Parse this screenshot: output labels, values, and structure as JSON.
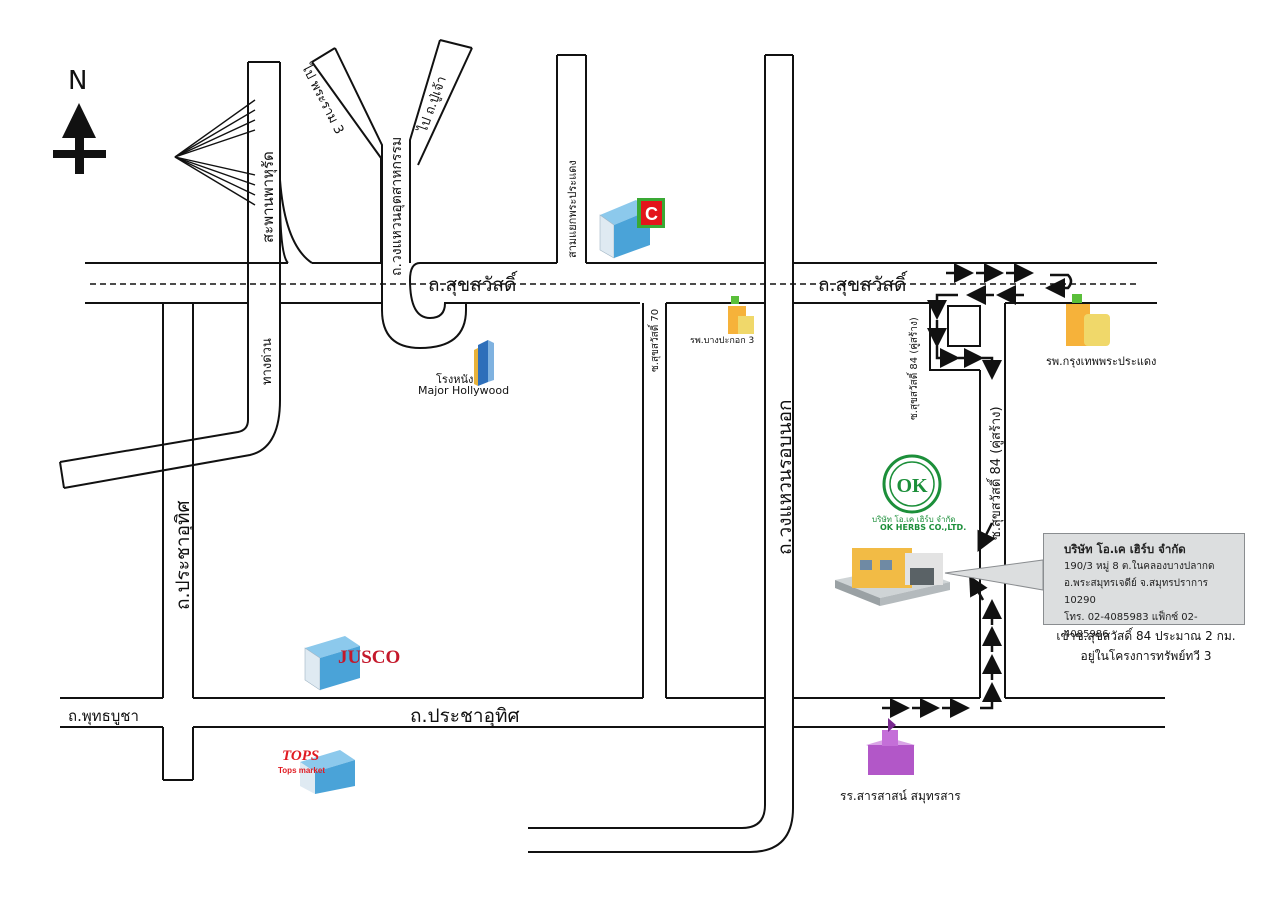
{
  "north_label": "N",
  "roads": {
    "sukhumvit_west": "ถ.สุขสวัสดิ์",
    "sukhumvit_east": "ถ.สุขสวัสดิ์",
    "pracha_uthit_h": "ถ.ประชาอุทิศ",
    "phutthabucha": "ถ.พุทธบูชา",
    "pracha_uthit_v": "ถ.ประชาอุทิศ",
    "ring_road": "ถ.วงแหวนรอบนอก",
    "bridge": "สะพานพาหุรัด",
    "expressway": "ทางด่วน",
    "inner_ring": "ถ.วงแหวนอุตสาหกรรม",
    "to_rama3": "ไป พระราม 3",
    "to_phuchao": "ไป ถ.ปู่เจ้า",
    "samyaek": "สามแยกพระประแดง",
    "soi70": "ซ.สุขสวัสดิ์ 70",
    "soi84_short": "ซ.สุขสวัสดิ์ 84 (คู่สร้าง)",
    "soi84_long": "ซ.สุขสวัสดิ์ 84 (คู่สร้าง)"
  },
  "places": {
    "hospital_bangpakok": "รพ.บางปะกอก 3",
    "cinema_th": "โรงหนัง",
    "cinema_en": "Major Hollywood",
    "hospital_bangkok": "รพ.กรุงเทพพระประแดง",
    "school": "รร.สารสาสน์ สมุทรสาร",
    "bigc_logo": "C",
    "jusco_logo": "JUSCO",
    "tops_logo": "TOPS",
    "tops_sub": "Tops market"
  },
  "company": {
    "logo_text": "OK",
    "name_th_small": "บริษัท โอ.เค เฮิร์บ จำกัด",
    "name_en_small": "OK HERBS CO.,LTD.",
    "callout_name": "บริษัท โอ.เค เฮิร์บ จำกัด",
    "address1": "190/3 หมู่ 8 ต.ในคลองบางปลากด",
    "address2": "อ.พระสมุทรเจดีย์ จ.สมุทรปราการ 10290",
    "phone": "โทร. 02-4085983 แฟ็กซ์ 02-4085986",
    "note1": "เข้าซ.สุขสวัสดิ์ 84 ประมาณ 2 กม.",
    "note2": "อยู่ในโครงการทรัพย์ทวี 3"
  },
  "colors": {
    "road_outline": "#111111",
    "bigc_red": "#e3141b",
    "bigc_green": "#3aa935",
    "jusco_red": "#c4182b",
    "tops_red": "#e01b22",
    "ok_green": "#1c8f3a",
    "box_blue": "#4aa3d8",
    "school_purple": "#b257c8",
    "callout_bg": "#dcdedf"
  }
}
